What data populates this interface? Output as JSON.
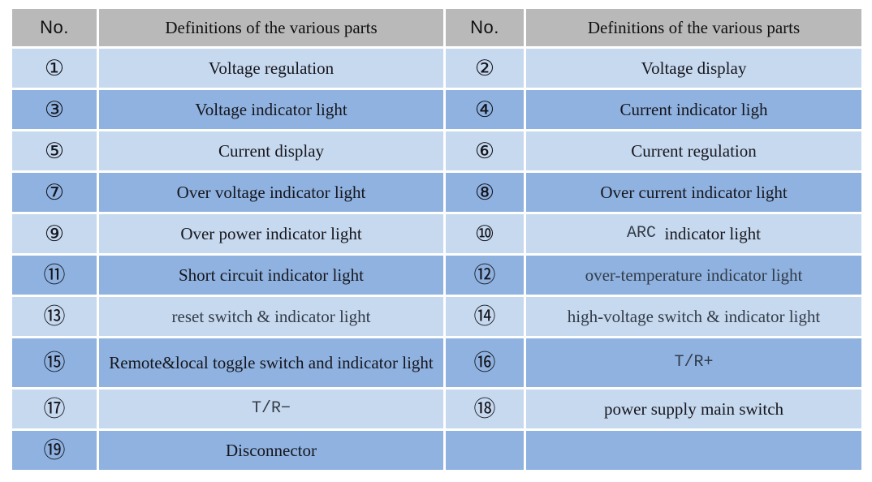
{
  "colors": {
    "header_bg": "#b9b9b9",
    "row_light": "#c7d9ef",
    "row_dark": "#8fb2e0",
    "text_dark": "#16161d",
    "text_muted": "#333c48"
  },
  "table": {
    "header": {
      "no_label": "No.",
      "def_label": "Definitions of the various parts"
    },
    "rows": [
      {
        "shade": "light",
        "tall": false,
        "left": {
          "num": "①",
          "segments": [
            {
              "t": "Voltage regulation",
              "f": "serif"
            }
          ]
        },
        "right": {
          "num": "②",
          "segments": [
            {
              "t": "Voltage display",
              "f": "serif"
            }
          ]
        }
      },
      {
        "shade": "dark",
        "tall": false,
        "left": {
          "num": "③",
          "segments": [
            {
              "t": "Voltage indicator light",
              "f": "serif"
            }
          ]
        },
        "right": {
          "num": "④",
          "segments": [
            {
              "t": "Current indicator ligh",
              "f": "serif"
            }
          ]
        }
      },
      {
        "shade": "light",
        "tall": false,
        "left": {
          "num": "⑤",
          "segments": [
            {
              "t": "Current display",
              "f": "serif"
            }
          ]
        },
        "right": {
          "num": "⑥",
          "segments": [
            {
              "t": "Current regulation",
              "f": "serif"
            }
          ]
        }
      },
      {
        "shade": "dark",
        "tall": false,
        "left": {
          "num": "⑦",
          "segments": [
            {
              "t": "Over voltage indicator light",
              "f": "serif"
            }
          ]
        },
        "right": {
          "num": "⑧",
          "segments": [
            {
              "t": "Over current indicator light",
              "f": "serif"
            }
          ]
        }
      },
      {
        "shade": "light",
        "tall": false,
        "left": {
          "num": "⑨",
          "segments": [
            {
              "t": "Over power indicator light",
              "f": "serif"
            }
          ]
        },
        "right": {
          "num": "⑩",
          "segments": [
            {
              "t": "ARC",
              "f": "mono"
            },
            {
              "t": "  indicator light",
              "f": "serif"
            }
          ]
        }
      },
      {
        "shade": "dark",
        "tall": false,
        "left": {
          "num": "⑪",
          "segments": [
            {
              "t": "Short circuit indicator light",
              "f": "serif"
            }
          ]
        },
        "right": {
          "num": "⑫",
          "segments": [
            {
              "t": "over-temperature indicator light",
              "f": "muted"
            }
          ]
        }
      },
      {
        "shade": "light",
        "tall": false,
        "left": {
          "num": "⑬",
          "segments": [
            {
              "t": "reset switch & indicator light",
              "f": "muted"
            }
          ]
        },
        "right": {
          "num": "⑭",
          "segments": [
            {
              "t": "high-voltage switch & indicator light",
              "f": "muted"
            }
          ]
        }
      },
      {
        "shade": "dark",
        "tall": true,
        "left": {
          "num": "⑮",
          "segments": [
            {
              "t": "Remote&local toggle switch and indicator light",
              "f": "serif"
            }
          ]
        },
        "right": {
          "num": "⑯",
          "segments": [
            {
              "t": "T/R+",
              "f": "mono"
            }
          ]
        }
      },
      {
        "shade": "light",
        "tall": false,
        "left": {
          "num": "⑰",
          "segments": [
            {
              "t": "T/R−",
              "f": "mono"
            }
          ]
        },
        "right": {
          "num": "⑱",
          "segments": [
            {
              "t": "power supply main switch",
              "f": "serif"
            }
          ]
        }
      },
      {
        "shade": "dark",
        "tall": false,
        "left": {
          "num": "⑲",
          "segments": [
            {
              "t": "Disconnector",
              "f": "serif"
            }
          ]
        },
        "right": {
          "num": "",
          "segments": []
        }
      }
    ]
  }
}
